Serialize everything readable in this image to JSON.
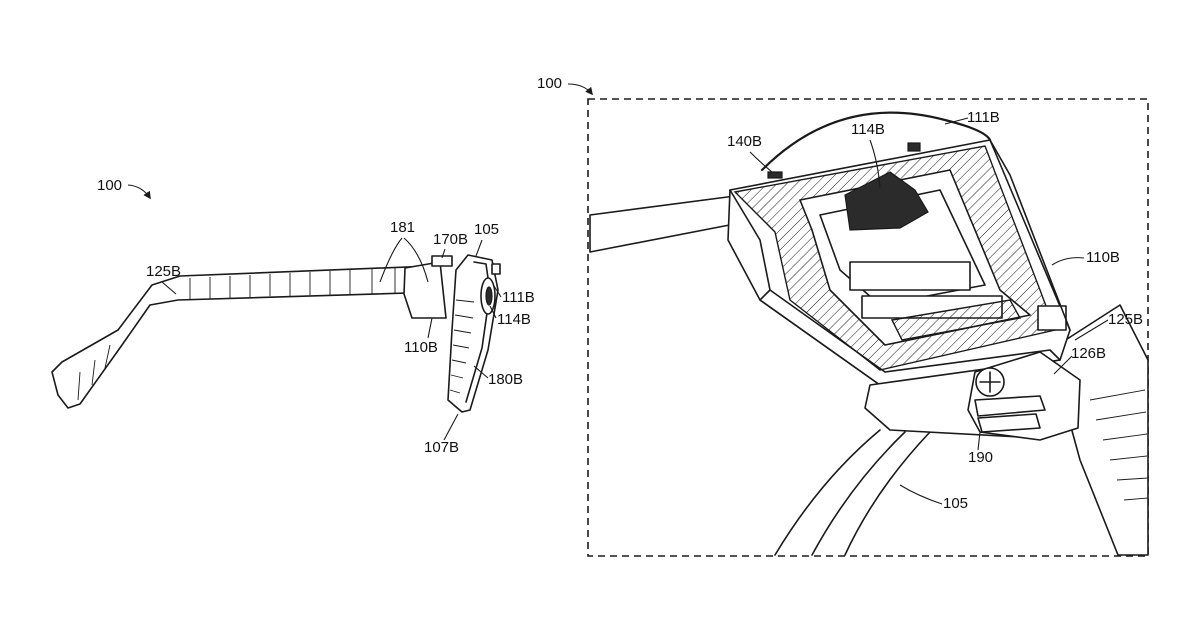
{
  "figure": {
    "left_view": {
      "labels": {
        "assembly": "100",
        "temple": "125B",
        "recesses": "181",
        "button": "170B",
        "frame": "105",
        "cover": "111B",
        "sensor": "114B",
        "chunk": "110B",
        "lens_rim": "180B",
        "rim_bottom": "107B"
      }
    },
    "right_view": {
      "labels": {
        "assembly": "100",
        "cover": "111B",
        "sensor": "114B",
        "light": "140B",
        "chunk": "110B",
        "temple": "125B",
        "hinge": "126B",
        "screw": "190",
        "frame": "105"
      }
    }
  }
}
